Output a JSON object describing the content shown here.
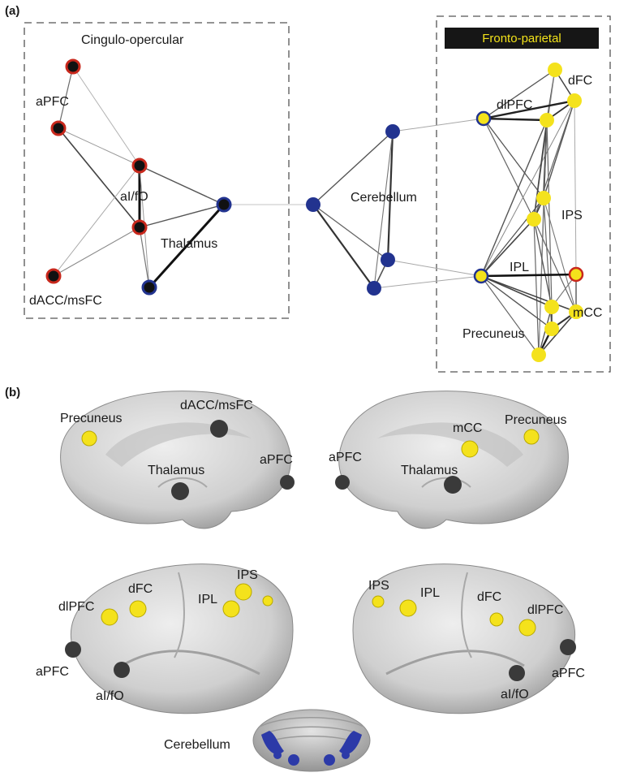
{
  "colors": {
    "cingulo_node_ring": "#c8281c",
    "node_core": "#111111",
    "cerebellum_node": "#22338f",
    "fronto_node": "#f4e21c",
    "fronto_title_bg": "#161616",
    "fronto_title_text": "#f2e21a",
    "brain_dark_node": "#3a3a3a",
    "brain_surface": "#d4d4d4"
  },
  "panel_a": {
    "panel_label": "(a)",
    "cingulo_title": "Cingulo-opercular",
    "fronto_title": "Fronto-parietal",
    "labels": {
      "apfc": "aPFC",
      "aifo": "aI/fO",
      "thalamus": "Thalamus",
      "dacc": "dACC/msFC",
      "cerebellum": "Cerebellum",
      "dfc": "dFC",
      "dlpfc": "dlPFC",
      "ips": "IPS",
      "ipl": "IPL",
      "mcc": "mCC",
      "precuneus": "Precuneus"
    }
  },
  "panel_b": {
    "panel_label": "(b)",
    "medial_left": {
      "precuneus": "Precuneus",
      "dacc": "dACC/msFC",
      "apfc": "aPFC",
      "thalamus": "Thalamus"
    },
    "medial_right": {
      "apfc": "aPFC",
      "mcc": "mCC",
      "precuneus": "Precuneus",
      "thalamus": "Thalamus"
    },
    "lateral_left": {
      "dlpfc": "dlPFC",
      "dfc": "dFC",
      "ipl": "IPL",
      "ips": "IPS",
      "apfc": "aPFC",
      "aifo": "aI/fO"
    },
    "lateral_right": {
      "ips": "IPS",
      "ipl": "IPL",
      "dfc": "dFC",
      "dlpfc": "dlPFC",
      "apfc": "aPFC",
      "aifo": "aI/fO"
    },
    "cerebellum": "Cerebellum"
  }
}
